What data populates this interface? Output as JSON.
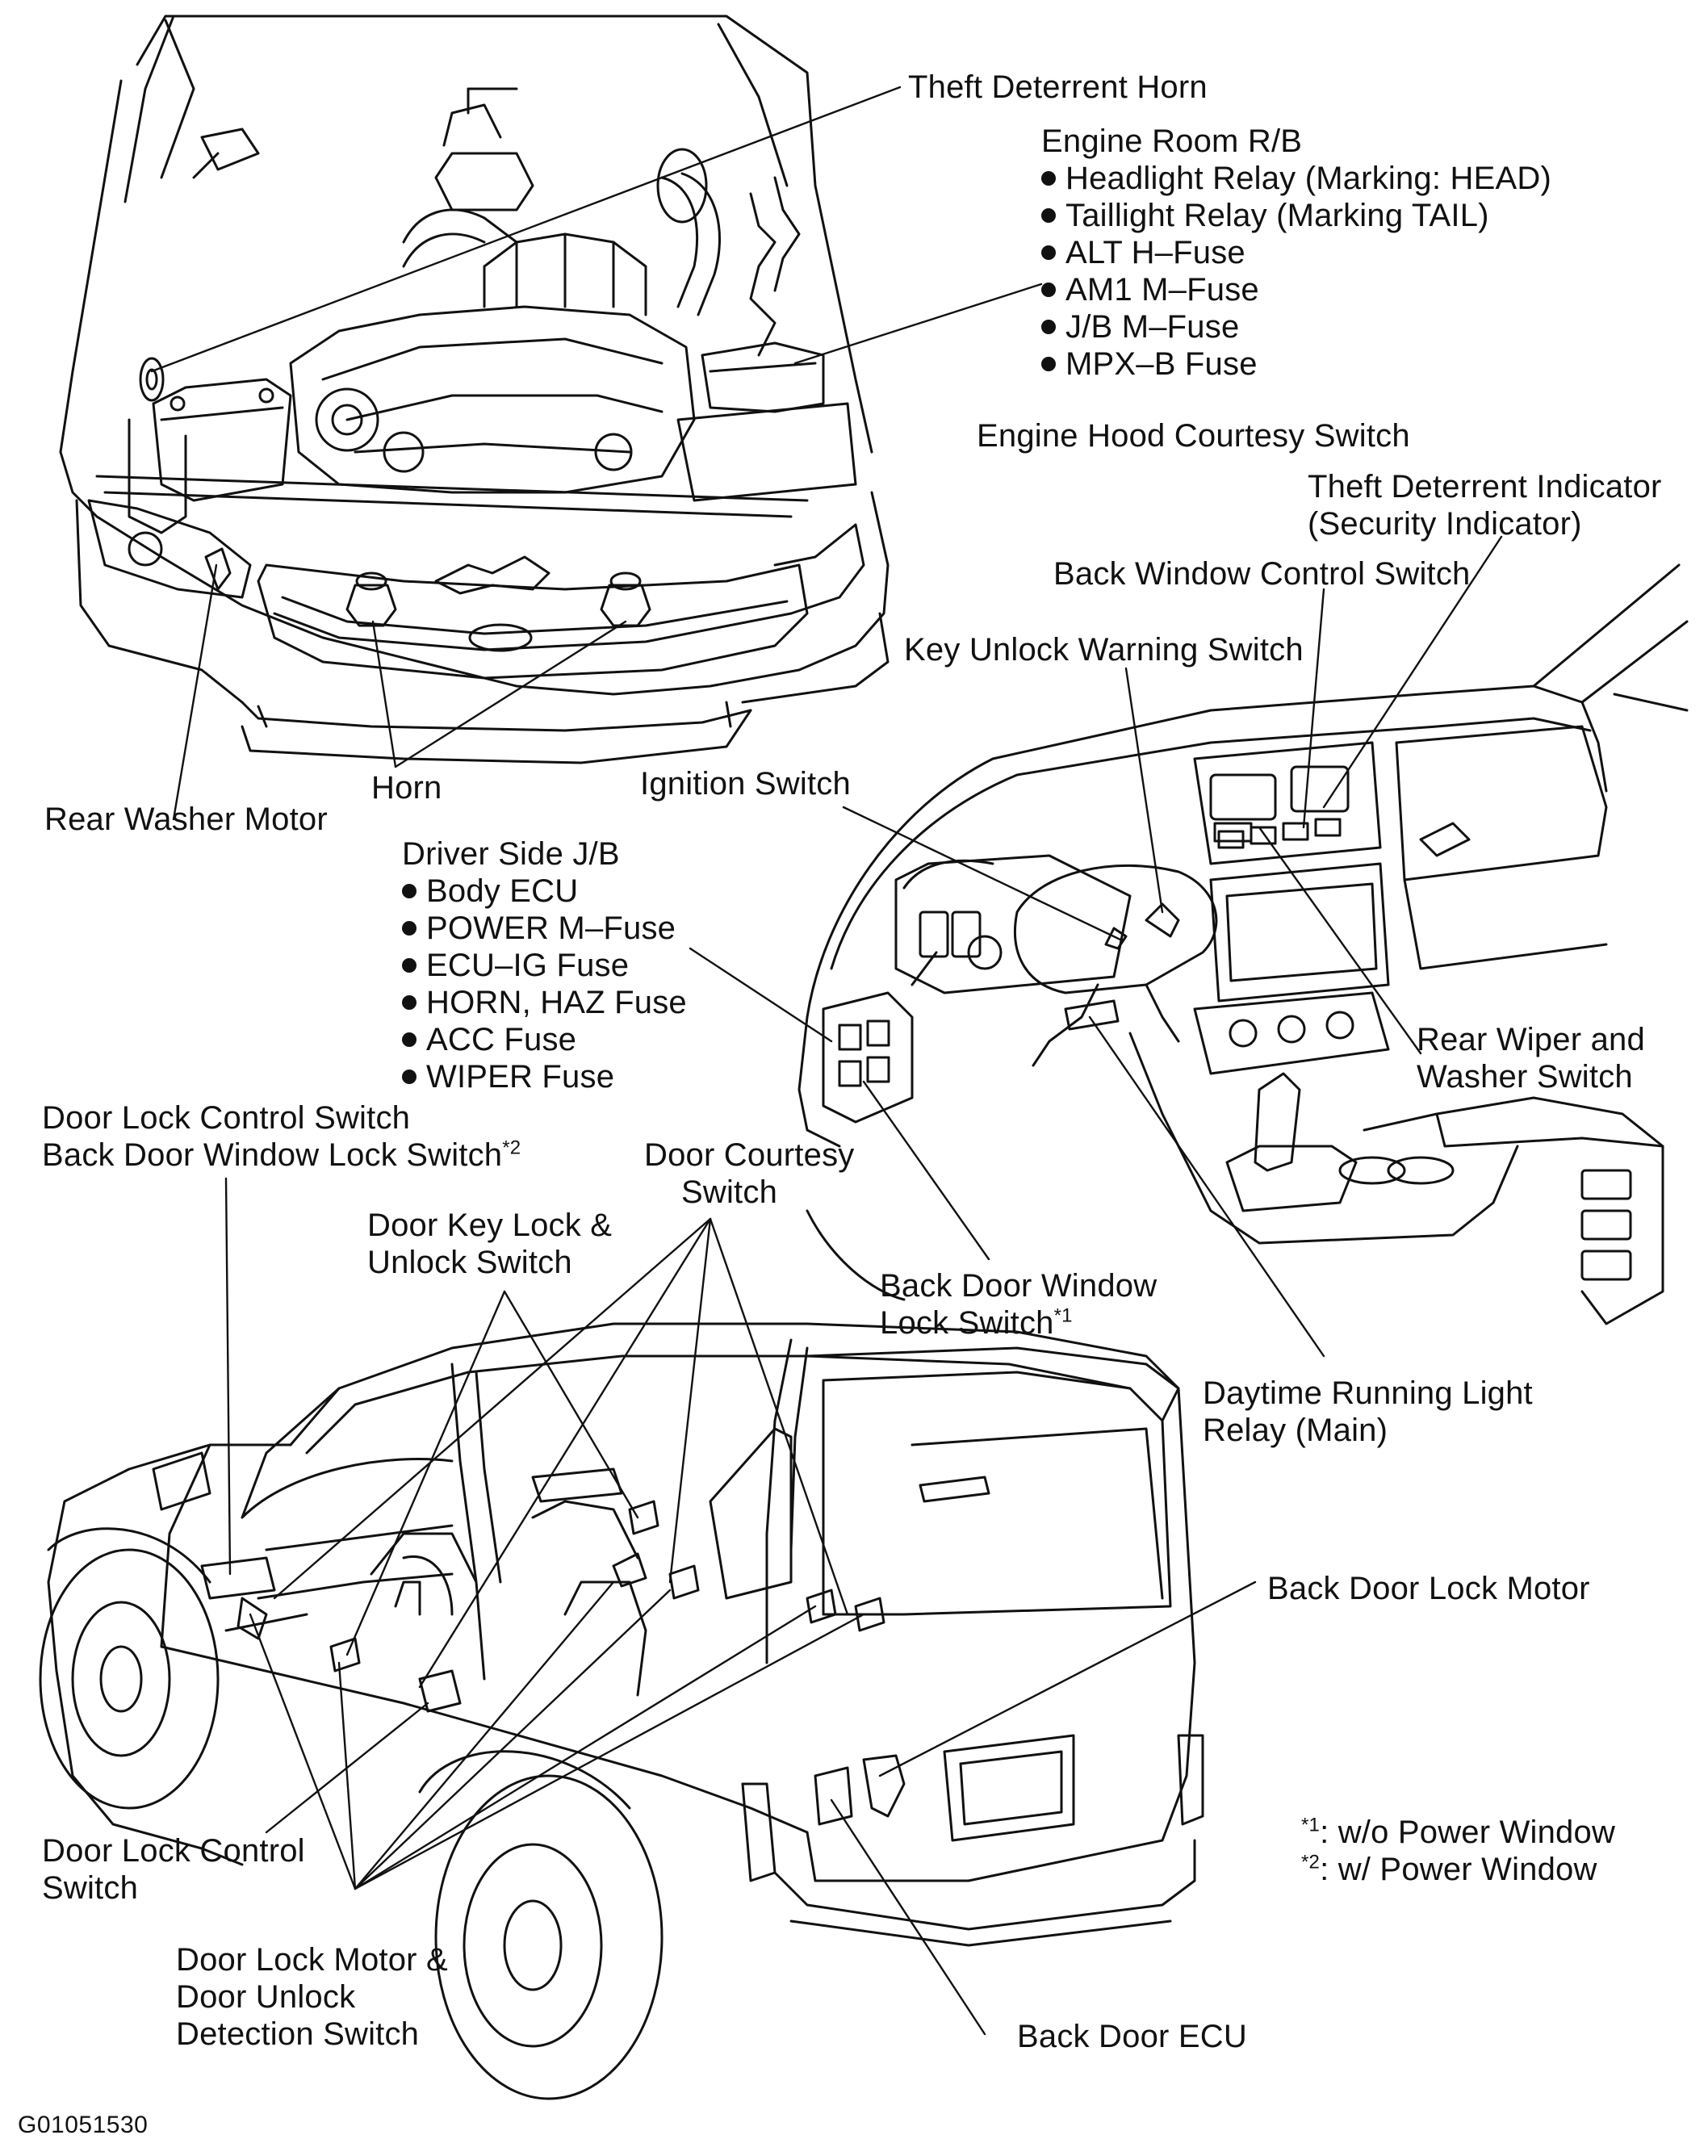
{
  "figure_code": "G01051530",
  "labels": {
    "theft_horn": "Theft Deterrent Horn",
    "engine_rb_title": "Engine Room R/B",
    "engine_rb_items": [
      "Headlight Relay (Marking: HEAD)",
      "Taillight Relay (Marking TAIL)",
      "ALT H–Fuse",
      "AM1 M–Fuse",
      "J/B M–Fuse",
      "MPX–B Fuse"
    ],
    "hood_switch": "Engine Hood Courtesy Switch",
    "theft_indicator_1": "Theft Deterrent Indicator",
    "theft_indicator_2": "(Security Indicator)",
    "back_window_switch": "Back Window Control Switch",
    "key_unlock_switch": "Key Unlock Warning Switch",
    "rear_washer_motor": "Rear Washer Motor",
    "horn": "Horn",
    "ignition_switch": "Ignition Switch",
    "driver_jb_title": "Driver Side J/B",
    "driver_jb_items": [
      "Body ECU",
      "POWER M–Fuse",
      "ECU–IG Fuse",
      "HORN, HAZ Fuse",
      "ACC Fuse",
      "WIPER Fuse"
    ],
    "rear_wiper_1": "Rear  Wiper  and",
    "rear_wiper_2": "Washer Switch",
    "door_lock_ctrl_top": "Door Lock Control Switch",
    "back_door_lock_sw": "Back Door Window Lock Switch",
    "star2": "*2",
    "door_courtesy_1": "Door Courtesy",
    "door_courtesy_2": "Switch",
    "door_key_1": "Door Key Lock &",
    "door_key_2": "Unlock Switch",
    "bdw_lock_1": "Back  Door  Window",
    "bdw_lock_2": "Lock Switch",
    "star1": "*1",
    "drl_1": "Daytime Running Light",
    "drl_2": "Relay (Main)",
    "back_door_motor": "Back Door Lock Motor",
    "note1_mark": "*1",
    "note1_text": ": w/o Power Window",
    "note2_mark": "*2",
    "note2_text": ": w/ Power Window",
    "door_lock_ctrl_bottom_1": "Door Lock Control",
    "door_lock_ctrl_bottom_2": "Switch",
    "door_motor_1": "Door Lock Motor &",
    "door_motor_2": "Door Unlock",
    "door_motor_3": "Detection Switch",
    "back_door_ecu": "Back Door ECU"
  }
}
